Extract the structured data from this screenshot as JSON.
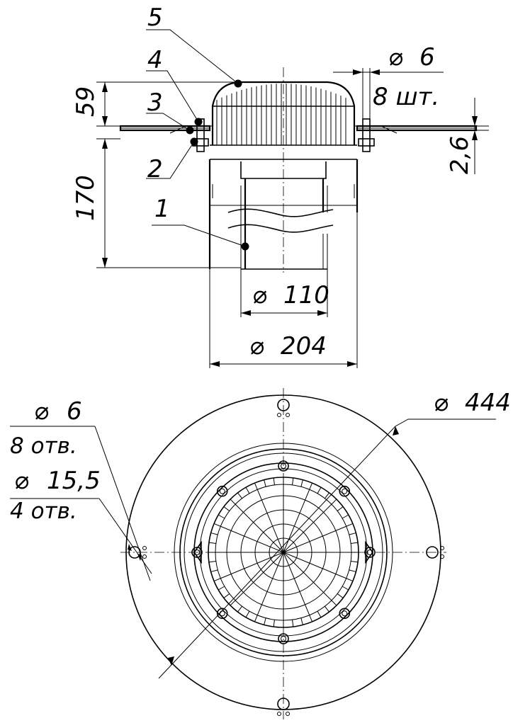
{
  "callouts": {
    "c1": "1",
    "c2": "2",
    "c3": "3",
    "c4": "4",
    "c5": "5"
  },
  "dimensions": {
    "top_height": "59",
    "body_height": "170",
    "flange_thickness": "2,6",
    "bolt_diameter": "6",
    "bolt_count": "8 шт.",
    "pipe_diameter": "110",
    "body_diameter": "204",
    "flange_diameter": "444",
    "hole_small_diameter": "6",
    "hole_small_count": "8 отв.",
    "hole_large_diameter": "15,5",
    "hole_large_count": "4 отв."
  },
  "symbols": {
    "diameter": "⌀"
  }
}
